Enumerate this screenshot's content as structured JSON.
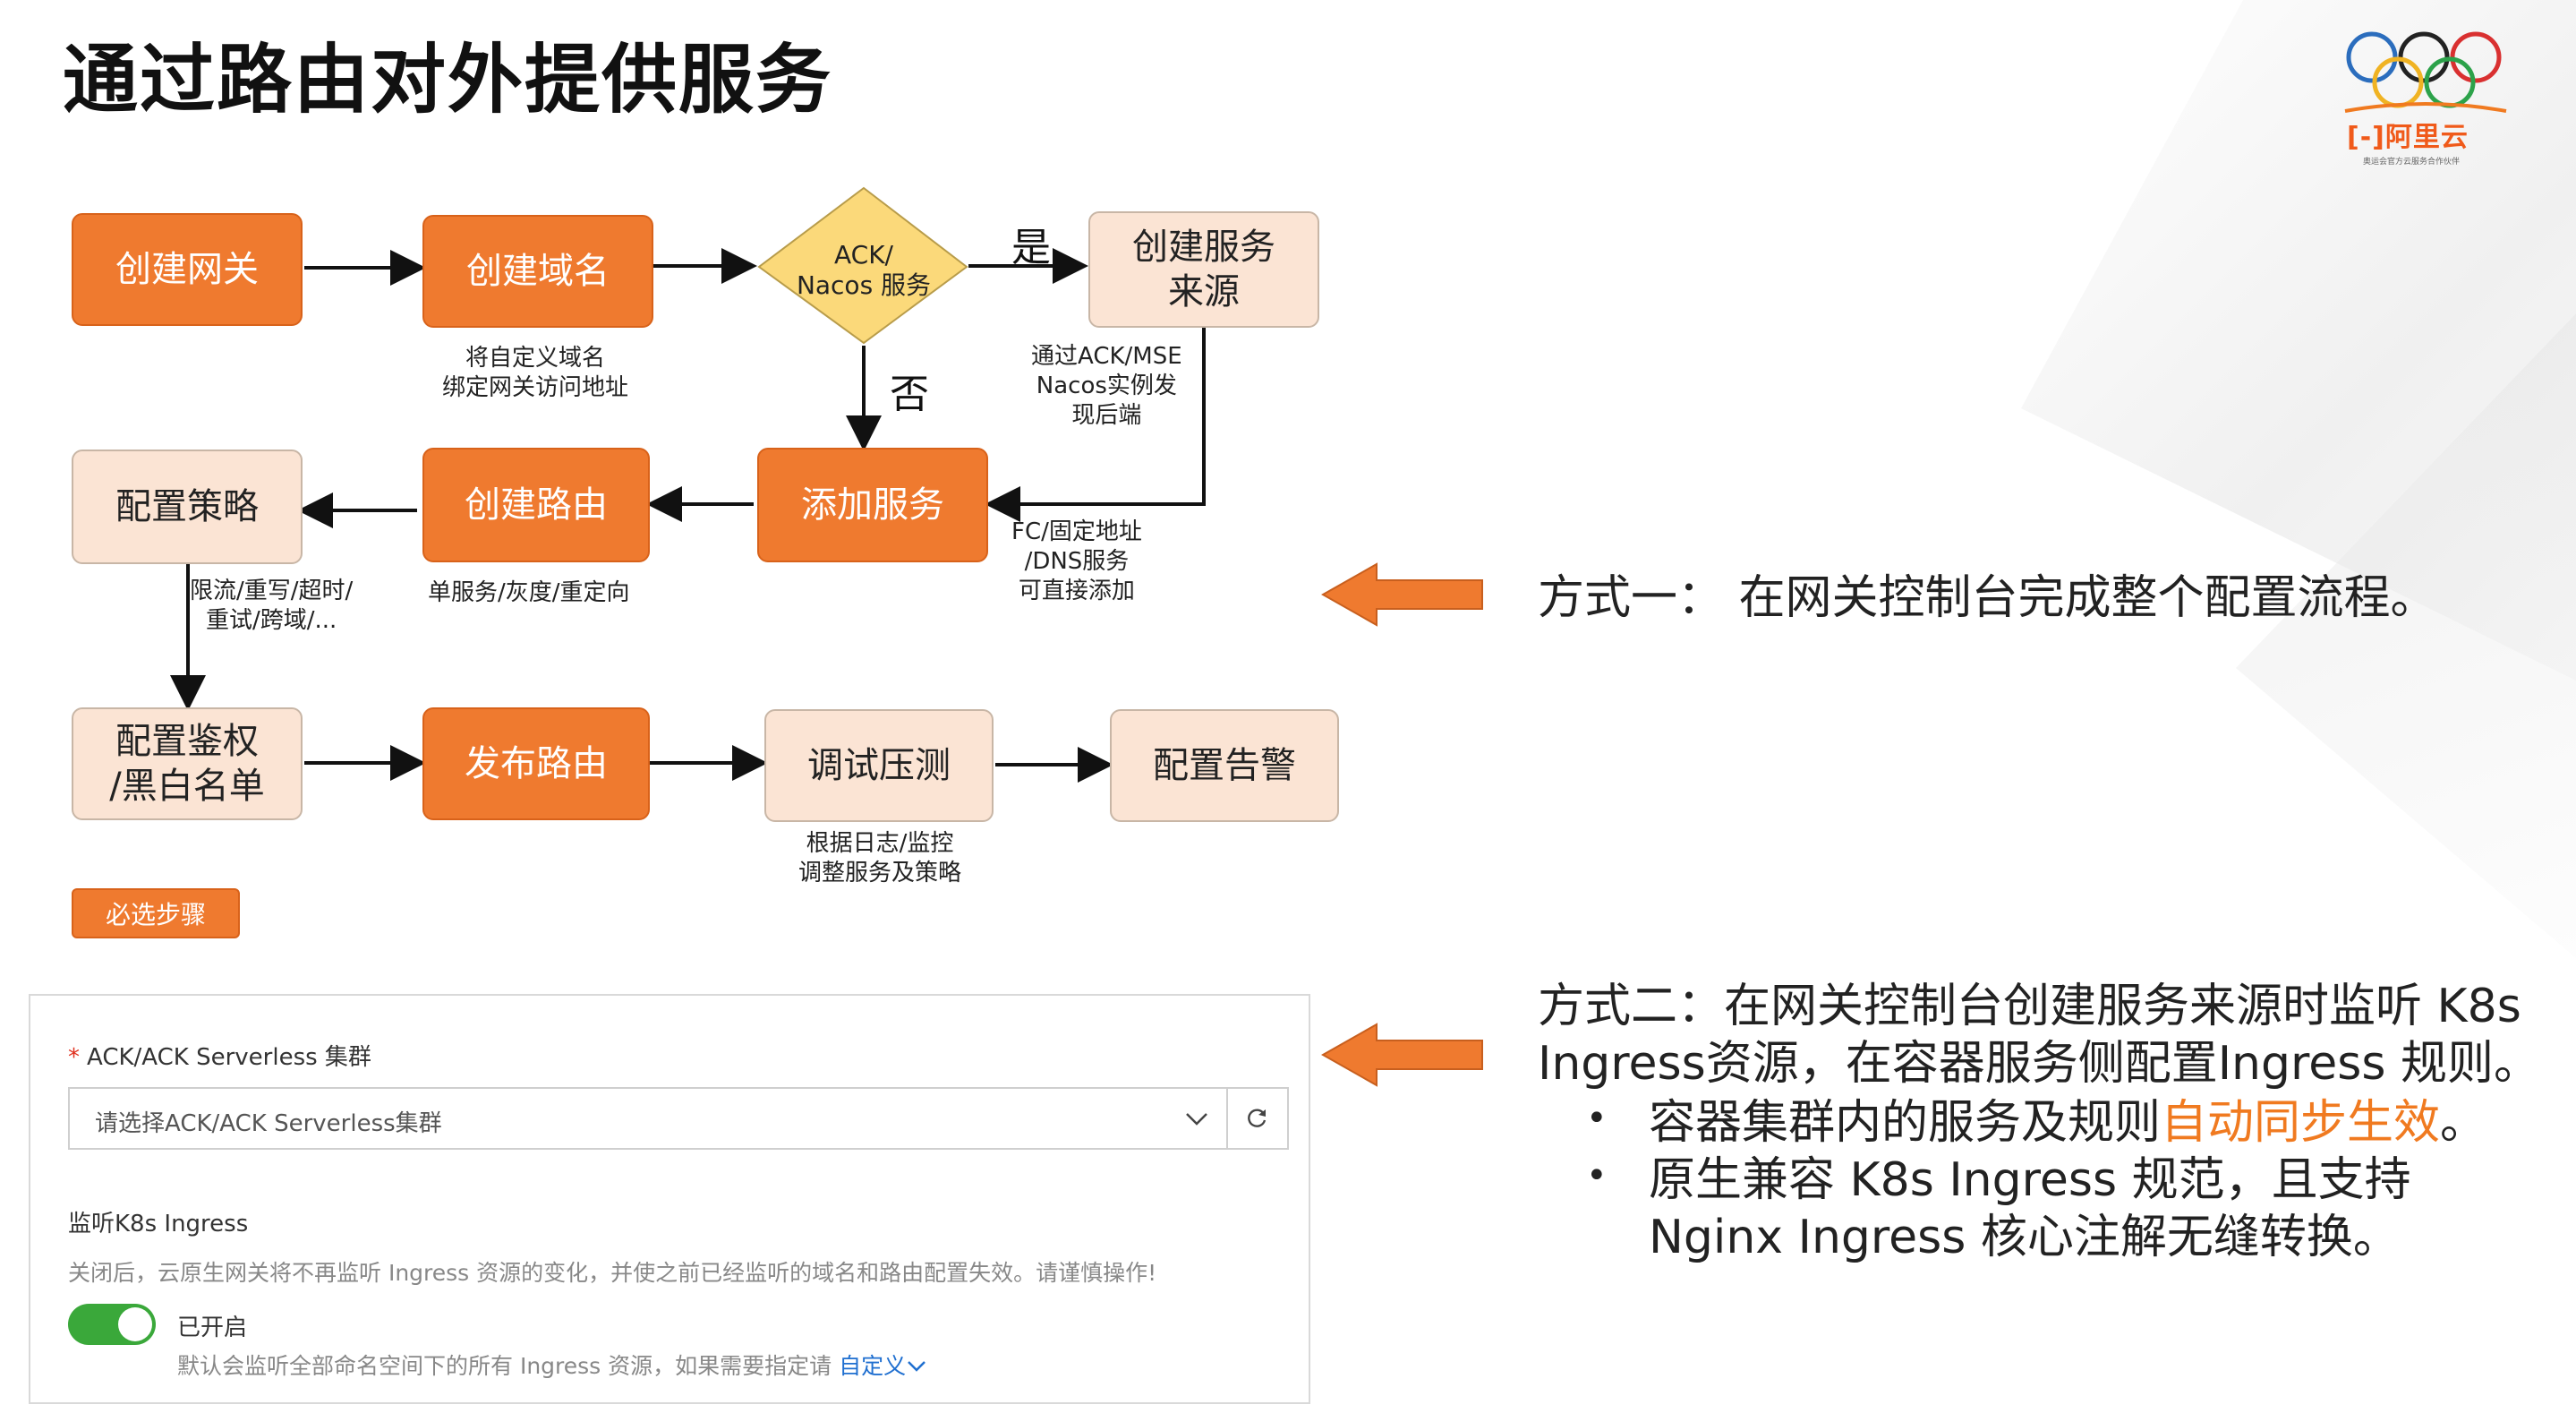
{
  "title": "通过路由对外提供服务",
  "logo": {
    "brand": "阿里云",
    "tagline": "奥运会官方云服务合作伙伴"
  },
  "flow": {
    "boxes": {
      "create_gateway": "创建网关",
      "create_domain": "创建域名",
      "decision_line1": "ACK/",
      "decision_line2": "Nacos 服务",
      "create_source_l1": "创建服务",
      "create_source_l2": "来源",
      "config_policy": "配置策略",
      "create_route": "创建路由",
      "add_service": "添加服务",
      "config_auth_l1": "配置鉴权",
      "config_auth_l2": "/黑白名单",
      "publish_route": "发布路由",
      "debug_test": "调试压测",
      "config_alert": "配置告警"
    },
    "labels": {
      "yes": "是",
      "no": "否"
    },
    "notes": {
      "domain_l1": "将自定义域名",
      "domain_l2": "绑定网关访问地址",
      "source_l1": "通过ACK/MSE",
      "source_l2": "Nacos实例发",
      "source_l3": "现后端",
      "fc_l1": "FC/固定地址",
      "fc_l2": "/DNS服务",
      "fc_l3": "可直接添加",
      "policy_l1": "限流/重写/超时/",
      "policy_l2": "重试/跨域/...",
      "route_l1": "单服务/灰度/重定向",
      "test_l1": "根据日志/监控",
      "test_l2": "调整服务及策略"
    },
    "legend": "必选步骤"
  },
  "panel": {
    "required_mark": "*",
    "cluster_label": "ACK/ACK Serverless 集群",
    "select_placeholder": "请选择ACK/ACK Serverless集群",
    "listen_label": "监听K8s Ingress",
    "warning": "关闭后，云原生网关将不再监听 Ingress 资源的变化，并使之前已经监听的域名和路由配置失效。请谨慎操作!",
    "toggle_status": "已开启",
    "toggle_on": true,
    "default_text": "默认会监听全部命名空间下的所有 Ingress 资源，如果需要指定请",
    "custom_link": "自定义"
  },
  "right": {
    "method1": "方式一： 在网关控制台完成整个配置流程。",
    "method2_l1": "方式二：在网关控制台创建服务来源时监听 K8s",
    "method2_l2": "Ingress资源，在容器服务侧配置Ingress 规则。",
    "bullet_mark": "•",
    "b1_text": "容器集群内的服务及规则",
    "b1_hl": "自动同步生效",
    "b1_end": "。",
    "b2_l1": "原生兼容 K8s Ingress 规范，且支持",
    "b2_l2": "Nginx Ingress 核心注解无缝转换。"
  },
  "colors": {
    "accent": "#ef7a2f",
    "light_box": "#fbe4d4",
    "toggle": "#3aa83a",
    "link": "#1f6fd0"
  }
}
